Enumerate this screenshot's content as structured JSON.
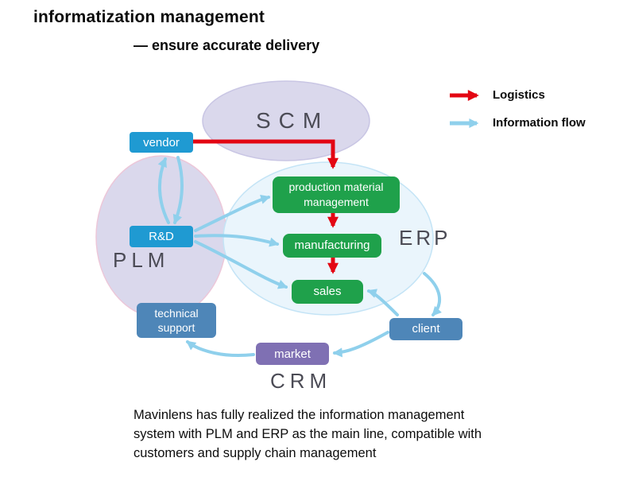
{
  "title": "informatization management",
  "subtitle": "— ensure accurate delivery",
  "legend": {
    "logistics": "Logistics",
    "information_flow": "Information flow"
  },
  "regions": {
    "scm": "SCM",
    "plm": "PLM",
    "erp": "ERP",
    "crm": "CRM"
  },
  "nodes": {
    "vendor": "vendor",
    "rnd": "R&D",
    "technical_support": "technical support",
    "production_material": "production material management",
    "manufacturing": "manufacturing",
    "sales": "sales",
    "client": "client",
    "market": "market"
  },
  "caption": {
    "lines": [
      "Mavinlens has fully realized the information management",
      "system with PLM and ERP as the main line, compatible with",
      "customers and supply chain management"
    ]
  },
  "colors": {
    "logistics_arrow": "#e30613",
    "information_arrow": "#8fd0ec",
    "node_blue": "#1f9ad2",
    "node_steel": "#4e86b8",
    "node_green": "#1fa14b",
    "node_purple": "#7f70b3",
    "ellipse_lavender": "#dad8ec",
    "ellipse_lightblue": "#eaf5fc"
  }
}
